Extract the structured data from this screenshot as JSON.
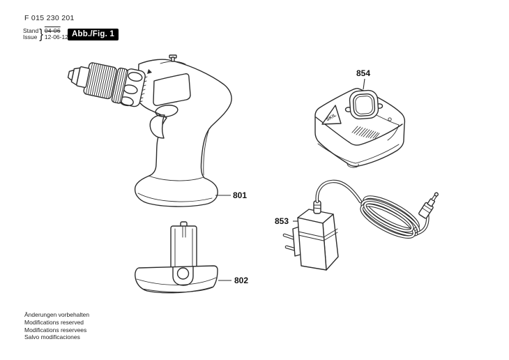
{
  "header": {
    "document_number": "F 015 230 201",
    "stand_label": "Stand",
    "issue_label": "Issue",
    "brace": "}",
    "previous_date": "04-06",
    "current_date": "12-06-12",
    "figure_label": "Abb./Fig. 1"
  },
  "parts": {
    "drill": {
      "number": "801"
    },
    "battery": {
      "number": "802"
    },
    "power_adapter": {
      "number": "853"
    },
    "charger_base": {
      "number": "854"
    }
  },
  "charger_brand_text": "SKIL",
  "footer": {
    "lines": [
      "Änderungen vorbehalten",
      "Modifications reserved",
      "Modifications reservees",
      "Salvo modificaciones"
    ]
  },
  "colors": {
    "ink": "#2b2b2b",
    "badge_background": "#000000",
    "badge_text": "#ffffff",
    "paper": "#ffffff"
  }
}
